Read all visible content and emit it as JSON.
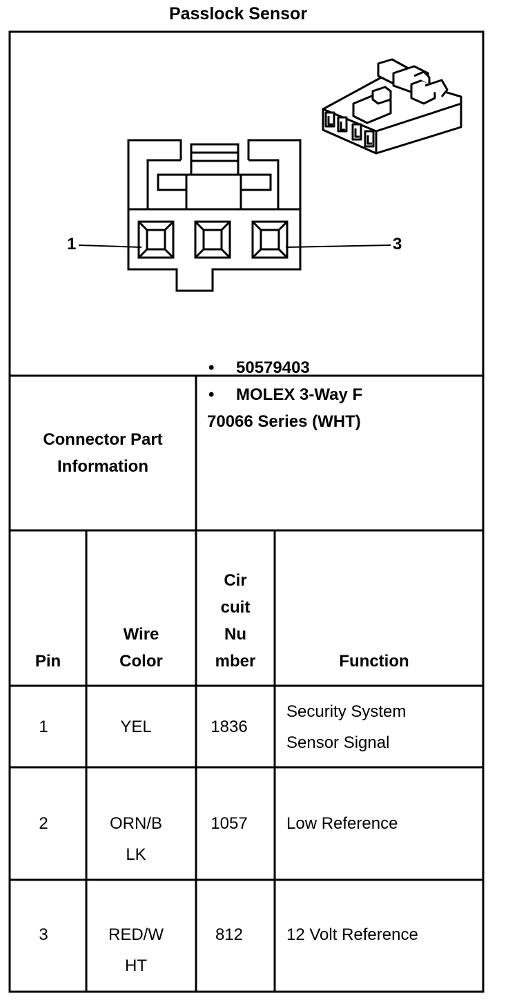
{
  "title": "Passlock Sensor",
  "connector_view": {
    "pin_left_label": "1",
    "pin_right_label": "3",
    "pin_cavity_count": 3
  },
  "part_info": {
    "label_line1": "Connector Part",
    "label_line2": "Information",
    "bullet_symbol": "•",
    "items": [
      "50579403",
      "MOLEX 3-Way F"
    ],
    "continuation": "70066 Series (WHT)"
  },
  "table": {
    "headers": {
      "pin": "Pin",
      "wire_color_line1": "Wire",
      "wire_color_line2": "Color",
      "circuit_line1": "Cir",
      "circuit_line2": "cuit",
      "circuit_line3": "Nu",
      "circuit_line4": "mber",
      "function": "Function"
    },
    "rows": [
      {
        "pin": "1",
        "wire_line1": "YEL",
        "wire_line2": "",
        "circuit": "1836",
        "function_line1": "Security System",
        "function_line2": "Sensor Signal"
      },
      {
        "pin": "2",
        "wire_line1": "ORN/B",
        "wire_line2": "LK",
        "circuit": "1057",
        "function_line1": "Low Reference",
        "function_line2": ""
      },
      {
        "pin": "3",
        "wire_line1": "RED/W",
        "wire_line2": "HT",
        "circuit": "812",
        "function_line1": "12 Volt Reference",
        "function_line2": ""
      }
    ]
  }
}
